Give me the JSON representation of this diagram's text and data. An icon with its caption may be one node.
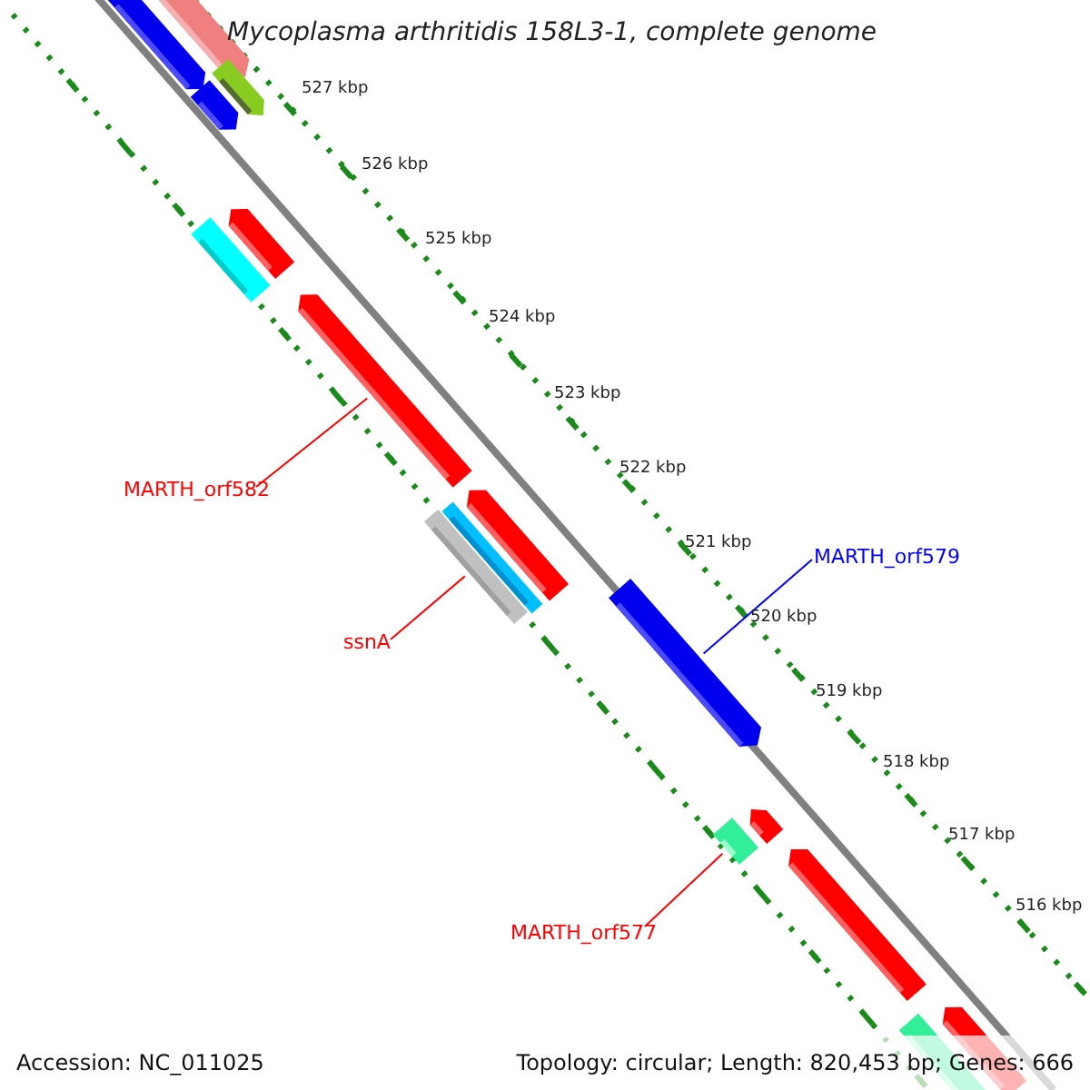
{
  "diagram": {
    "title": "Mycoplasma arthritidis 158L3-1, complete genome",
    "nodes": [
      {
        "text": [
          "MARTH_orf582"
        ]
      },
      {
        "text": [],
        "shape": "arrow"
      },
      {
        "text": [
          "ssnA"
        ]
      },
      {
        "text": [],
        "shape": "bar"
      },
      {
        "text": [
          "MARTH_orf579"
        ]
      },
      {
        "text": [],
        "shape": "arrow"
      },
      {
        "text": [
          "MARTH_orf577"
        ]
      },
      {
        "text": [],
        "shape": "bar"
      }
    ],
    "edges": [
      {
        "from": 0,
        "to": 1,
        "arrow": "none"
      },
      {
        "from": 2,
        "to": 3,
        "arrow": "none"
      },
      {
        "from": 4,
        "to": 5,
        "arrow": "none",
        "color": "#0000ff"
      },
      {
        "from": 6,
        "to": 7,
        "arrow": "none"
      }
    ],
    "labels": [
      "527 kbp",
      "526 kbp",
      "525 kbp",
      "524 kbp",
      "523 kbp",
      "522 kbp",
      "521 kbp",
      "520 kbp",
      "519 kbp",
      "518 kbp",
      "517 kbp",
      "516 kbp",
      "Accession: NC_011025",
      "Topology: circular; Length: 820,453 bp; Genes: 666"
    ]
  }
}
